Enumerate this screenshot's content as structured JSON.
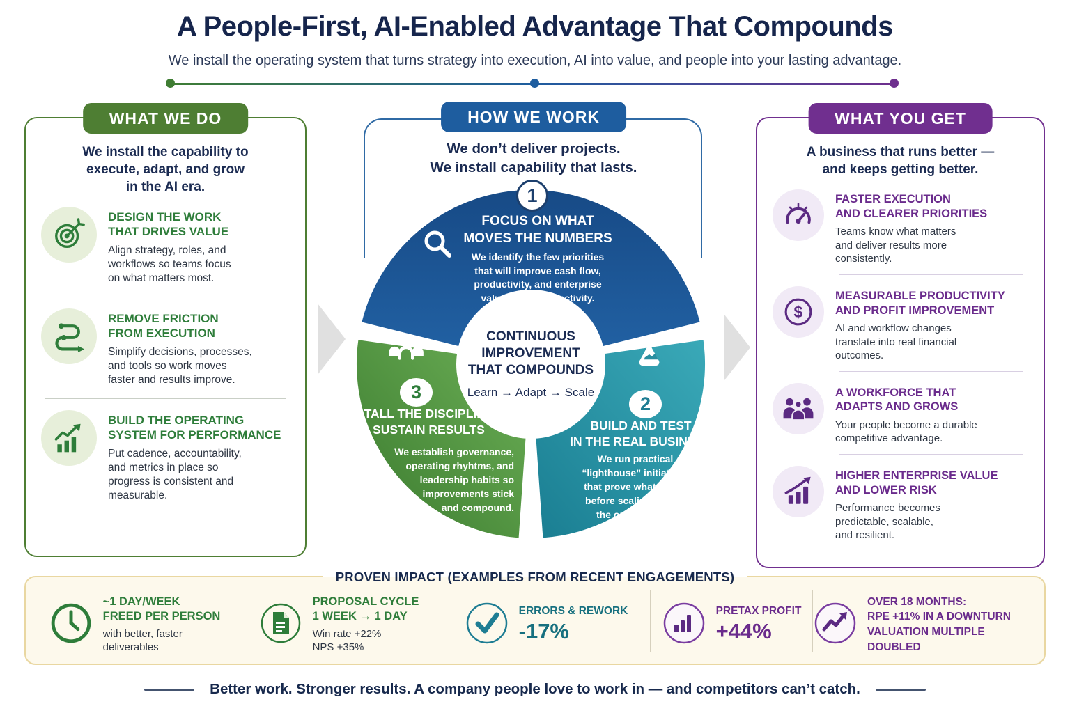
{
  "page": {
    "title": "A People-First, AI-Enabled Advantage That Compounds",
    "subtitle": "We install the operating system that turns strategy into execution, AI into value, and people into your lasting advantage.",
    "footer_tagline": "Better work. Stronger results. A company people love to work in — and competitors can’t catch."
  },
  "colors": {
    "green": "#4e7e33",
    "blue": "#1e5d9f",
    "teal": "#1f8496",
    "purple": "#702f8f",
    "navy": "#17294d"
  },
  "what_we_do": {
    "label": "WHAT WE DO",
    "intro": "We install the capability to\nexecute, adapt, and grow\nin the AI era.",
    "items": [
      {
        "icon": "target-icon",
        "title": "DESIGN THE WORK\nTHAT DRIVES VALUE",
        "desc": "Align strategy, roles, and\nworkflows so teams focus\non what matters most."
      },
      {
        "icon": "route-icon",
        "title": "REMOVE FRICTION\nFROM EXECUTION",
        "desc": "Simplify decisions, processes,\nand tools so work moves\nfaster and results improve."
      },
      {
        "icon": "growth-bars-icon",
        "title": "BUILD THE OPERATING\nSYSTEM FOR PERFORMANCE",
        "desc": "Put cadence, accountability,\nand metrics in place so\nprogress is consistent and\nmeasurable."
      }
    ]
  },
  "how_we_work": {
    "label": "HOW WE WORK",
    "intro": "We don’t deliver projects.\nWe install capability that lasts.",
    "center": {
      "title": "CONTINUOUS\nIMPROVEMENT\nTHAT COMPOUNDS",
      "flow": "Learn → Adapt → Scale"
    },
    "steps": [
      {
        "number": "1",
        "icon": "magnifier-icon",
        "title": "FOCUS ON WHAT\nMOVES THE NUMBERS",
        "desc": "We identify the few priorities\nthat will improve cash flow,\nproductivity, and enterprise\nvalue — not just activity."
      },
      {
        "number": "2",
        "icon": "flask-icon",
        "title": "BUILD AND TEST\nIN THE REAL BUSINESS",
        "desc": "We run practical\n“lighthouse” initiatives\nthat prove what works\nbefore scaling across\nthe organization."
      },
      {
        "number": "3",
        "icon": "team-icon",
        "title": "INSTALL THE DISCIPLINE\nTO SUSTAIN RESULTS",
        "desc": "We establish governance,\noperating rhyhtms, and\nleadership habits so\nimprovements stick\nand compound."
      }
    ]
  },
  "what_you_get": {
    "label": "WHAT YOU GET",
    "intro": "A business that runs better —\nand keeps getting better.",
    "items": [
      {
        "icon": "gauge-icon",
        "title": "FASTER EXECUTION\nAND CLEARER PRIORITIES",
        "desc": "Teams know what matters\nand deliver results more\nconsistently."
      },
      {
        "icon": "dollar-icon",
        "title": "MEASURABLE PRODUCTIVITY\nAND PROFIT IMPROVEMENT",
        "desc": "AI and workflow changes\ntranslate into real financial\noutcomes."
      },
      {
        "icon": "workforce-icon",
        "title": "A WORKFORCE THAT\nADAPTS AND GROWS",
        "desc": "Your people become a durable\ncompetitive advantage."
      },
      {
        "icon": "enterprise-value-icon",
        "title": "HIGHER ENTERPRISE VALUE\nAND LOWER RISK",
        "desc": "Performance becomes\npredictable, scalable,\nand resilient."
      }
    ]
  },
  "proven_impact": {
    "label": "PROVEN IMPACT (EXAMPLES FROM RECENT ENGAGEMENTS)",
    "items": [
      {
        "icon": "clock-icon",
        "title": "~1 DAY/WEEK\nFREED PER PERSON",
        "desc": "with better, faster\ndeliverables"
      },
      {
        "icon": "document-icon",
        "title": "PROPOSAL CYCLE\n1 WEEK → 1 DAY",
        "desc": "Win rate +22%\nNPS +35%"
      },
      {
        "icon": "check-icon",
        "title": "ERRORS & REWORK",
        "value": "-17%"
      },
      {
        "icon": "bar-growth-icon",
        "title": "PRETAX PROFIT",
        "value": "+44%"
      },
      {
        "icon": "trend-arrow-icon",
        "title": "OVER 18 MONTHS:\nRPE +11% IN A DOWNTURN\nVALUATION MULTIPLE DOUBLED"
      }
    ]
  }
}
